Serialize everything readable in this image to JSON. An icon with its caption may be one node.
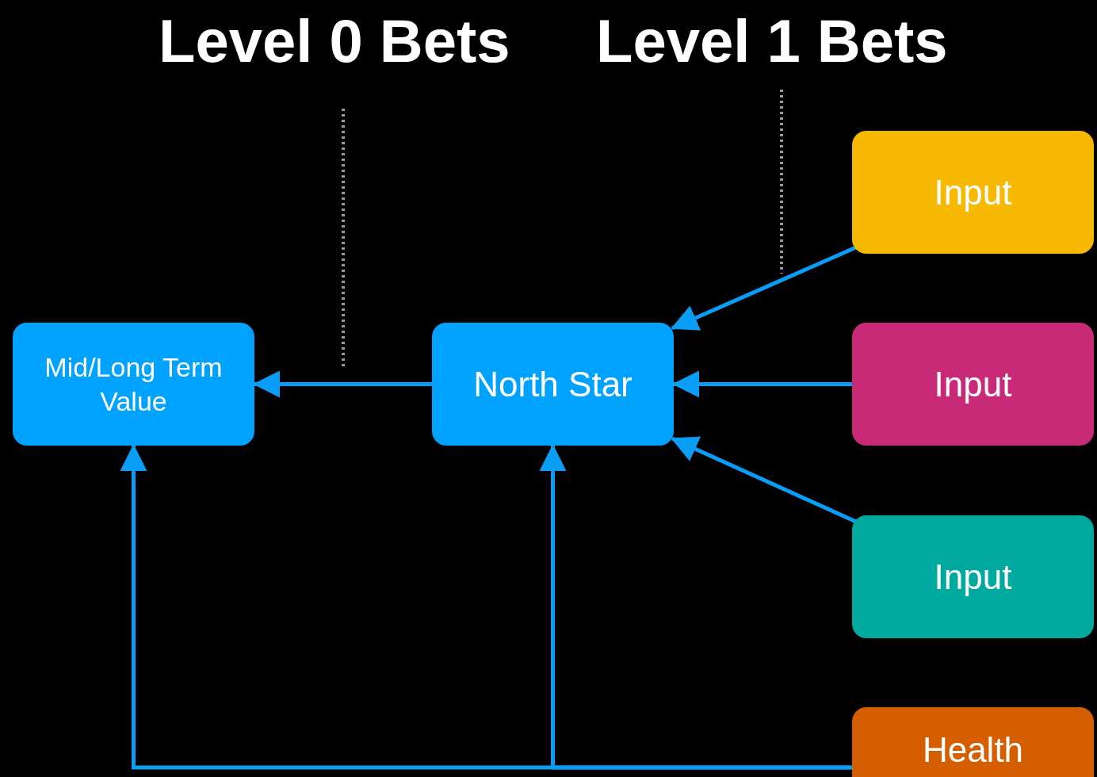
{
  "diagram": {
    "nodes": [
      {
        "text": [
          "Mid/Long Term Value"
        ]
      },
      {
        "text": [
          "North Star"
        ]
      },
      {
        "text": [
          "Input"
        ]
      },
      {
        "text": [
          "Input"
        ]
      },
      {
        "text": [
          "Input"
        ]
      },
      {
        "text": [
          "Health"
        ]
      }
    ],
    "edges": [
      {
        "from": 1,
        "to": 0,
        "arrow": "to"
      },
      {
        "from": 2,
        "to": 1,
        "arrow": "to"
      },
      {
        "from": 3,
        "to": 1,
        "arrow": "to"
      },
      {
        "from": 4,
        "to": 1,
        "arrow": "to"
      },
      {
        "from": 5,
        "to": 0,
        "arrow": "to"
      },
      {
        "from": 5,
        "to": 1,
        "arrow": "to"
      }
    ],
    "labels": [
      "Level 0 Bets",
      "Level 1 Bets"
    ]
  }
}
